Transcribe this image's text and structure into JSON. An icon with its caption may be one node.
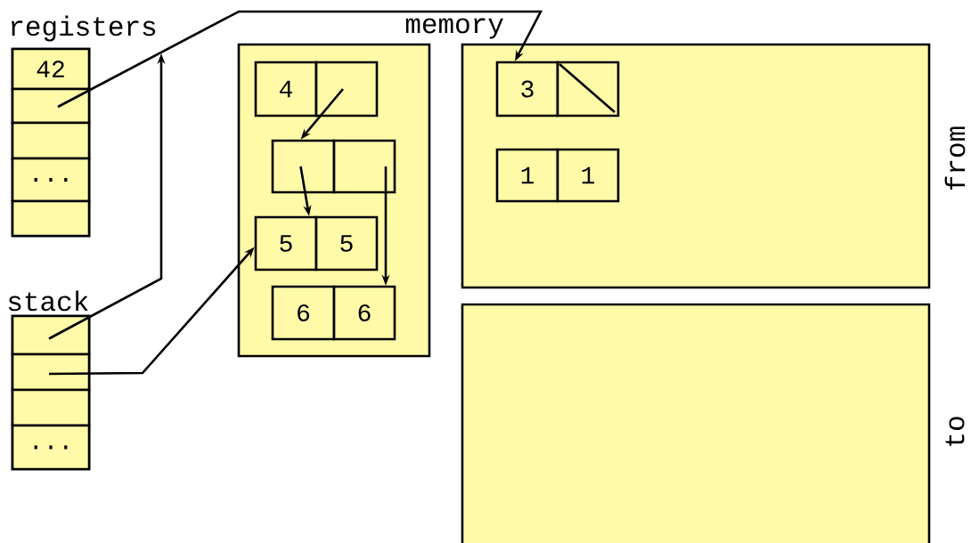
{
  "diagram": {
    "nodes": [
      {
        "text": [
          "registers"
        ]
      },
      {
        "text": [
          "42"
        ],
        "in": 0
      },
      {
        "text": [],
        "shape": "box",
        "in": 0
      },
      {
        "text": [],
        "shape": "box",
        "in": 0
      },
      {
        "text": [
          "..."
        ],
        "in": 0
      },
      {
        "text": [],
        "shape": "box",
        "in": 0
      },
      {
        "text": [
          "stack"
        ]
      },
      {
        "text": [],
        "shape": "box",
        "in": 6
      },
      {
        "text": [],
        "shape": "box",
        "in": 6
      },
      {
        "text": [],
        "shape": "box",
        "in": 6
      },
      {
        "text": [
          "..."
        ],
        "in": 6
      },
      {
        "text": [],
        "shape": "box"
      },
      {
        "text": [
          "4"
        ],
        "in": 11
      },
      {
        "text": [],
        "shape": "box",
        "in": 11
      },
      {
        "text": [],
        "shape": "box",
        "in": 11
      },
      {
        "text": [],
        "shape": "box",
        "in": 11
      },
      {
        "text": [
          "5"
        ],
        "in": 11
      },
      {
        "text": [
          "5"
        ],
        "in": 11
      },
      {
        "text": [
          "6"
        ],
        "in": 11
      },
      {
        "text": [
          "6"
        ],
        "in": 11
      },
      {
        "text": [
          "from"
        ]
      },
      {
        "text": [
          "3"
        ],
        "in": 20
      },
      {
        "text": [],
        "shape": "box",
        "in": 20
      },
      {
        "text": [
          "1"
        ],
        "in": 20
      },
      {
        "text": [
          "1"
        ],
        "in": 20
      },
      {
        "text": [
          "to"
        ]
      }
    ],
    "edges": [
      {
        "from": 2,
        "to": 21,
        "arrow": "to"
      },
      {
        "from": 7,
        "to": null,
        "arrow": "to"
      },
      {
        "from": 8,
        "to": 16,
        "arrow": "to"
      },
      {
        "from": 13,
        "to": 14,
        "arrow": "to"
      },
      {
        "from": 14,
        "to": 16,
        "arrow": "to"
      },
      {
        "from": 15,
        "to": 19,
        "arrow": "to"
      }
    ],
    "labels": [
      "memory"
    ]
  }
}
